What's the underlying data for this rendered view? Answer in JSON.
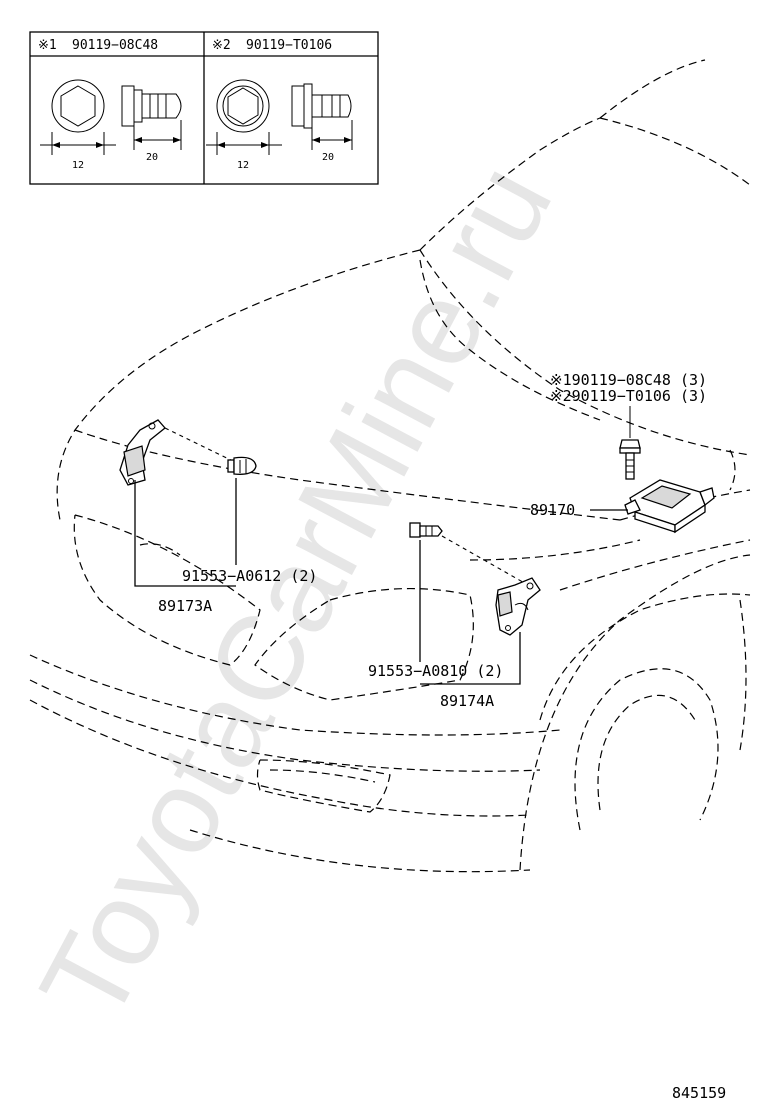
{
  "watermark": "ToyotaCarMine.ru",
  "legend": {
    "item1": {
      "mark": "※1",
      "part_no": "90119−08C48",
      "dim_head": "12",
      "dim_len": "20"
    },
    "item2": {
      "mark": "※2",
      "part_no": "90119−T0106",
      "dim_head": "12",
      "dim_len": "20"
    }
  },
  "callouts": {
    "bolt1": "※190119−08C48 (3)",
    "bolt2": "※290119−T0106 (3)",
    "ecu": "89170",
    "screw_left": "91553−A0612 (2)",
    "sensor_left": "89173A",
    "screw_right": "91553−A0810 (2)",
    "sensor_right": "89174A"
  },
  "diagram_id": "845159"
}
